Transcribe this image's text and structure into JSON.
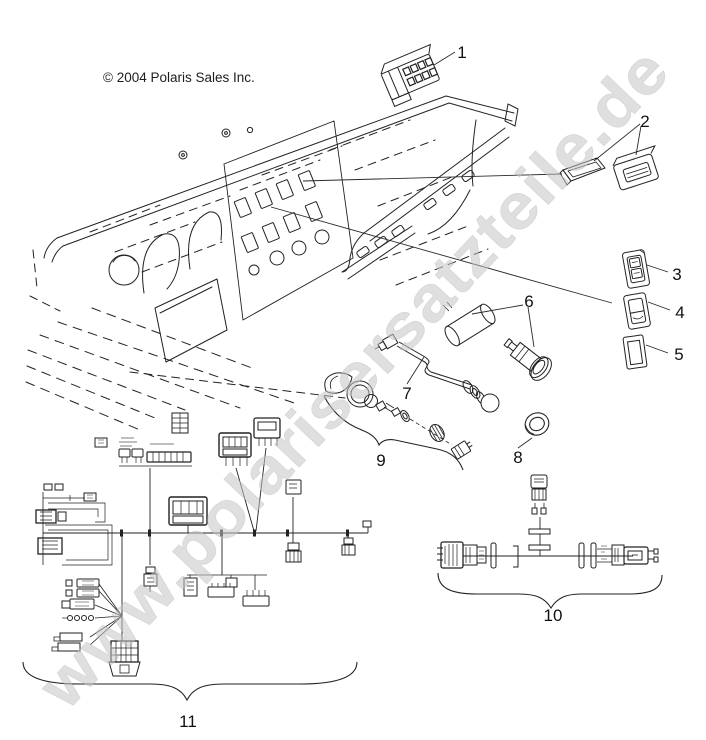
{
  "colors": {
    "background": "#ffffff",
    "line": "#222222",
    "line_bold": "#111111",
    "watermark": "#c4c4c4"
  },
  "copyright": "© 2004 Polaris Sales Inc.",
  "watermark": "www.polarisersatzteile.de",
  "callouts": [
    {
      "label": "1"
    },
    {
      "label": "2"
    },
    {
      "label": "3"
    },
    {
      "label": "4"
    },
    {
      "label": "5"
    },
    {
      "label": "6"
    },
    {
      "label": "7"
    },
    {
      "label": "8"
    },
    {
      "label": "9"
    },
    {
      "label": "10"
    },
    {
      "label": "11"
    }
  ]
}
